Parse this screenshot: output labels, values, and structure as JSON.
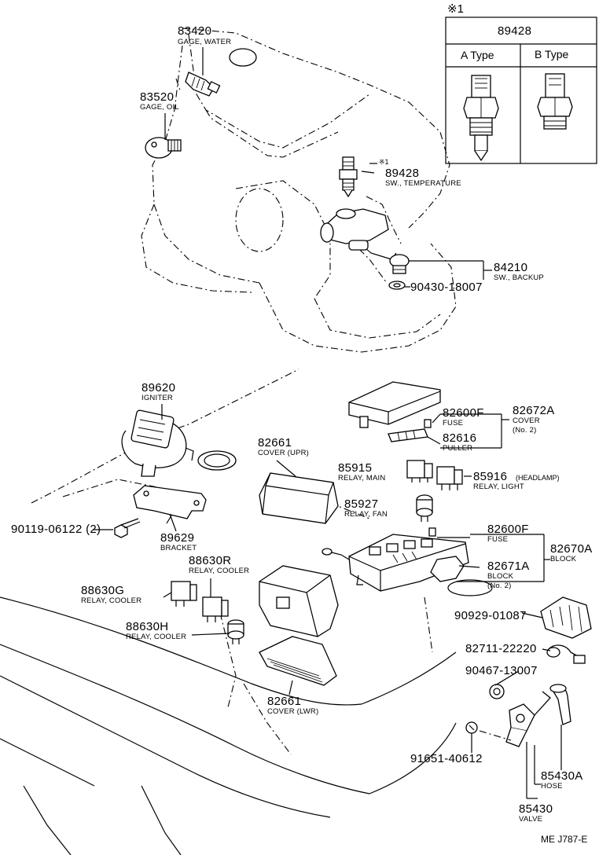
{
  "inset": {
    "marker": "※1",
    "part_no": "89428",
    "type_a": "A Type",
    "type_b": "B Type"
  },
  "labels": {
    "p83420": {
      "no": "83420",
      "name": "GAGE, WATER"
    },
    "p83520": {
      "no": "83520",
      "name": "GAGE, OIL"
    },
    "p89428": {
      "marker": "※1",
      "no": "89428",
      "name": "SW., TEMPERATURE"
    },
    "p84210": {
      "no": "84210",
      "name": "SW., BACKUP"
    },
    "p90430": {
      "no": "90430-18007"
    },
    "p89620": {
      "no": "89620",
      "name": "IGNITER"
    },
    "p82661u": {
      "no": "82661",
      "name": "COVER (UPR)"
    },
    "p82600f_1": {
      "no": "82600F",
      "name": "FUSE"
    },
    "p82616": {
      "no": "82616",
      "name": "PULLER"
    },
    "p82672a": {
      "no": "82672A",
      "name": "COVER",
      "sub": "(No. 2)"
    },
    "p85915": {
      "no": "85915",
      "name": "RELAY, MAIN"
    },
    "p85916": {
      "no": "85916",
      "suffix": "(HEADLAMP)",
      "name": "RELAY, LIGHT"
    },
    "p85927": {
      "no": "85927",
      "name": "RELAY, FAN"
    },
    "p82600f_2": {
      "no": "82600F",
      "name": "FUSE"
    },
    "p82670a": {
      "no": "82670A",
      "name": "BLOCK"
    },
    "p82671a": {
      "no": "82671A",
      "name": "BLOCK",
      "sub": "(No. 2)"
    },
    "p90119": {
      "no": "90119-06122 (2)"
    },
    "p89629": {
      "no": "89629",
      "name": "BRACKET"
    },
    "p88630r": {
      "no": "88630R",
      "name": "RELAY, COOLER"
    },
    "p88630g": {
      "no": "88630G",
      "name": "RELAY, COOLER"
    },
    "p88630h": {
      "no": "88630H",
      "name": "RELAY, COOLER"
    },
    "p90929": {
      "no": "90929-01087"
    },
    "p82711": {
      "no": "82711-22220"
    },
    "p90467": {
      "no": "90467-13007"
    },
    "p82661l": {
      "no": "82661",
      "name": "COVER (LWR)"
    },
    "p91651": {
      "no": "91651-40612"
    },
    "p85430a": {
      "no": "85430A",
      "name": "HOSE"
    },
    "p85430": {
      "no": "85430",
      "name": "VALVE"
    }
  },
  "footer": {
    "code": "ME J787-E"
  }
}
